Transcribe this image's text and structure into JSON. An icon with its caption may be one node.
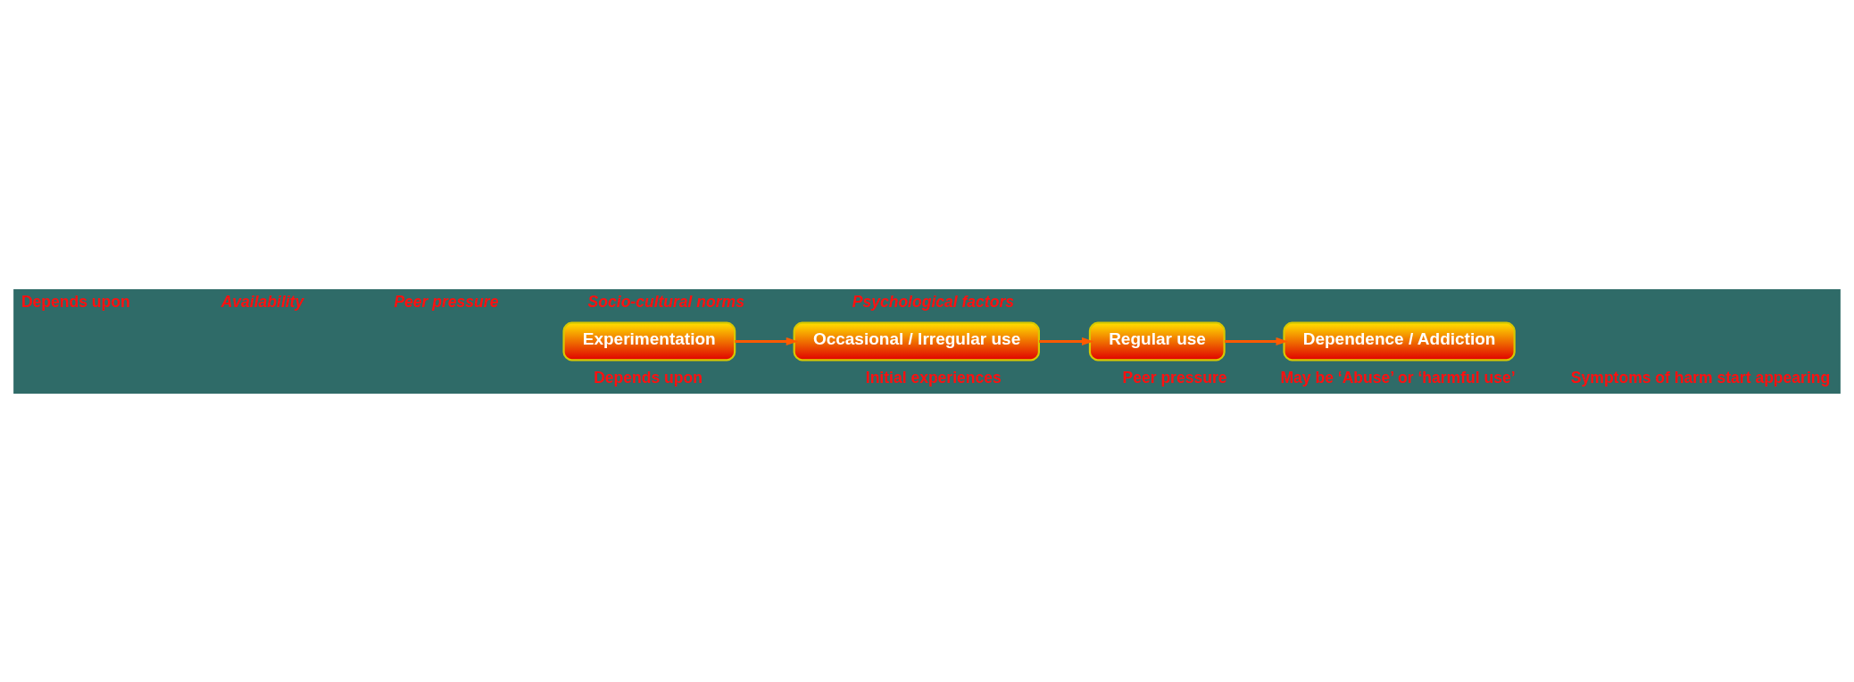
{
  "diagram": {
    "nodes": [
      {
        "text": [
          "Experimentation"
        ]
      },
      {
        "text": [
          "Occasional / Irregular use"
        ]
      },
      {
        "text": [
          "Regular use"
        ]
      },
      {
        "text": [
          "Dependence / Addiction"
        ]
      }
    ],
    "edges": [
      {
        "from": 0,
        "to": 1,
        "arrow": "to"
      },
      {
        "from": 1,
        "to": 2,
        "arrow": "to"
      },
      {
        "from": 2,
        "to": 3,
        "arrow": "to"
      }
    ],
    "labels": [
      "Depends upon",
      "Availability",
      "Peer pressure",
      "Socio-cultural norms",
      "Psychological factors",
      "Depends upon",
      "Initial experiences",
      "Peer pressure",
      "May be ‘Abuse’ or ‘harmful use’",
      "Symptoms of harm start appearing"
    ]
  }
}
